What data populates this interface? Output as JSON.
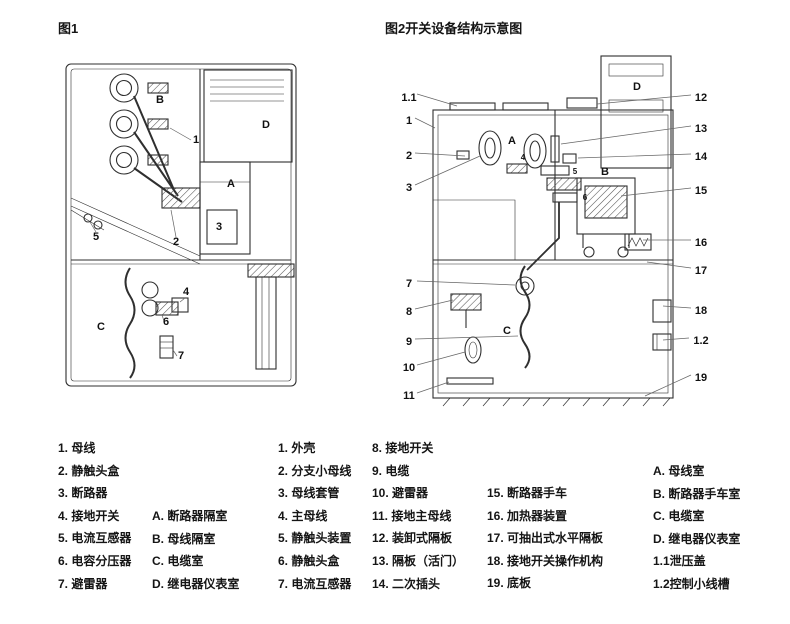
{
  "titles": {
    "fig1": "图1",
    "fig2": "图2开关设备结构示意图"
  },
  "fig1": {
    "callouts": [
      "B",
      "1",
      "D",
      "A",
      "2",
      "3",
      "5",
      "4",
      "6",
      "7",
      "C"
    ]
  },
  "fig2": {
    "left_callouts": [
      "1.1",
      "1",
      "2",
      "3",
      "7",
      "8",
      "9",
      "10",
      "11"
    ],
    "right_callouts": [
      "12",
      "13",
      "14",
      "15",
      "16",
      "17",
      "18",
      "1.2",
      "19"
    ],
    "inner_callouts": [
      "A",
      "B",
      "C",
      "D",
      "4",
      "5",
      "6"
    ]
  },
  "legend": {
    "fig1_parts": [
      "1. 母线",
      "2. 静触头盒",
      "3. 断路器",
      "4. 接地开关",
      "5. 电流互感器",
      "6. 电容分压器",
      "7. 避雷器"
    ],
    "fig1_rooms": [
      "A. 断路器隔室",
      "B. 母线隔室",
      "C. 电缆室",
      "D. 继电器仪表室"
    ],
    "fig2_parts_1": [
      "1. 外壳",
      "2. 分支小母线",
      "3. 母线套管",
      "4. 主母线",
      "5. 静触头装置",
      "6. 静触头盒",
      "7. 电流互感器"
    ],
    "fig2_parts_2": [
      "8. 接地开关",
      "9. 电缆",
      "10. 避雷器",
      "11. 接地主母线",
      "12. 装卸式隔板",
      "13. 隔板（活门）",
      "14. 二次插头"
    ],
    "fig2_parts_3": [
      "15. 断路器手车",
      "16. 加热器装置",
      "17. 可抽出式水平隔板",
      "18. 接地开关操作机构",
      "19. 底板"
    ],
    "fig2_rooms": [
      "A. 母线室",
      "B. 断路器手车室",
      "C. 电缆室",
      "D. 继电器仪表室",
      "1.1泄压盖",
      "1.2控制小线槽"
    ]
  }
}
